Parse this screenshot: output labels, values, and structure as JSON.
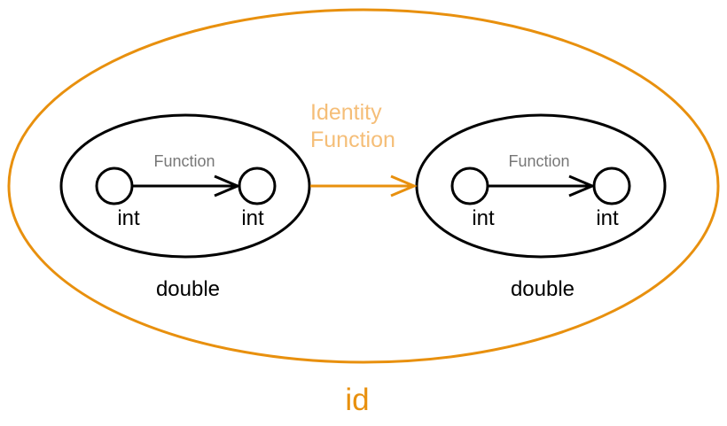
{
  "colors": {
    "accent": "#e8900e",
    "accent_light": "#f5be78",
    "ink": "#000000",
    "muted": "#777777"
  },
  "outer": {
    "label": "id"
  },
  "arrow": {
    "line1": "Identity",
    "line2": "Function"
  },
  "left": {
    "type_label": "double",
    "function_label": "Function",
    "source_label": "int",
    "target_label": "int"
  },
  "right": {
    "type_label": "double",
    "function_label": "Function",
    "source_label": "int",
    "target_label": "int"
  }
}
